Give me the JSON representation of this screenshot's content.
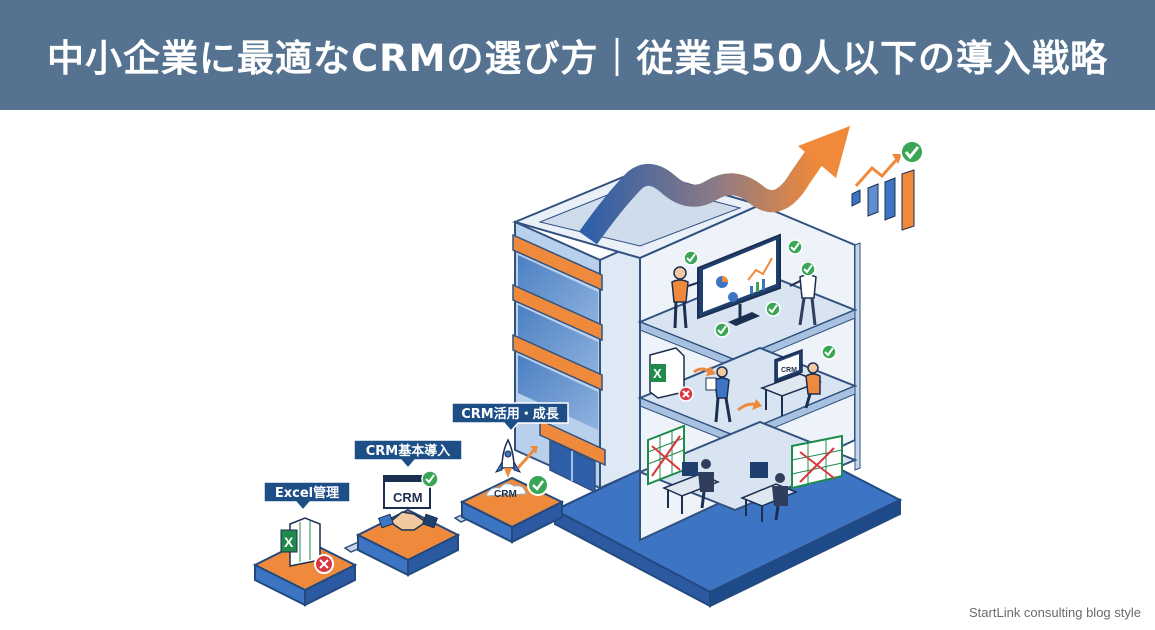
{
  "header": {
    "title": "中小企業に最適なCRMの選び方｜従業員50人以下の導入戦略"
  },
  "steps": [
    {
      "label": "Excel管理"
    },
    {
      "label": "CRM基本導入",
      "screen_text": "CRM"
    },
    {
      "label": "CRM活用・成長",
      "platform_text": "CRM"
    }
  ],
  "building": {
    "middle_floor_screen_text": "CRM"
  },
  "footer": {
    "watermark": "StartLink consulting blog style"
  },
  "colors": {
    "header_bg": "#557391",
    "accent_orange": "#ef8a3c",
    "platform_blue": "#3d74c4",
    "label_navy": "#1d4f86",
    "check_green": "#3aa655",
    "error_red": "#d9363e"
  },
  "icons": [
    "excel-icon",
    "error-icon",
    "handshake-icon",
    "rocket-icon",
    "check-icon",
    "growth-arrow",
    "bar-chart-icon",
    "monitor-icon"
  ]
}
